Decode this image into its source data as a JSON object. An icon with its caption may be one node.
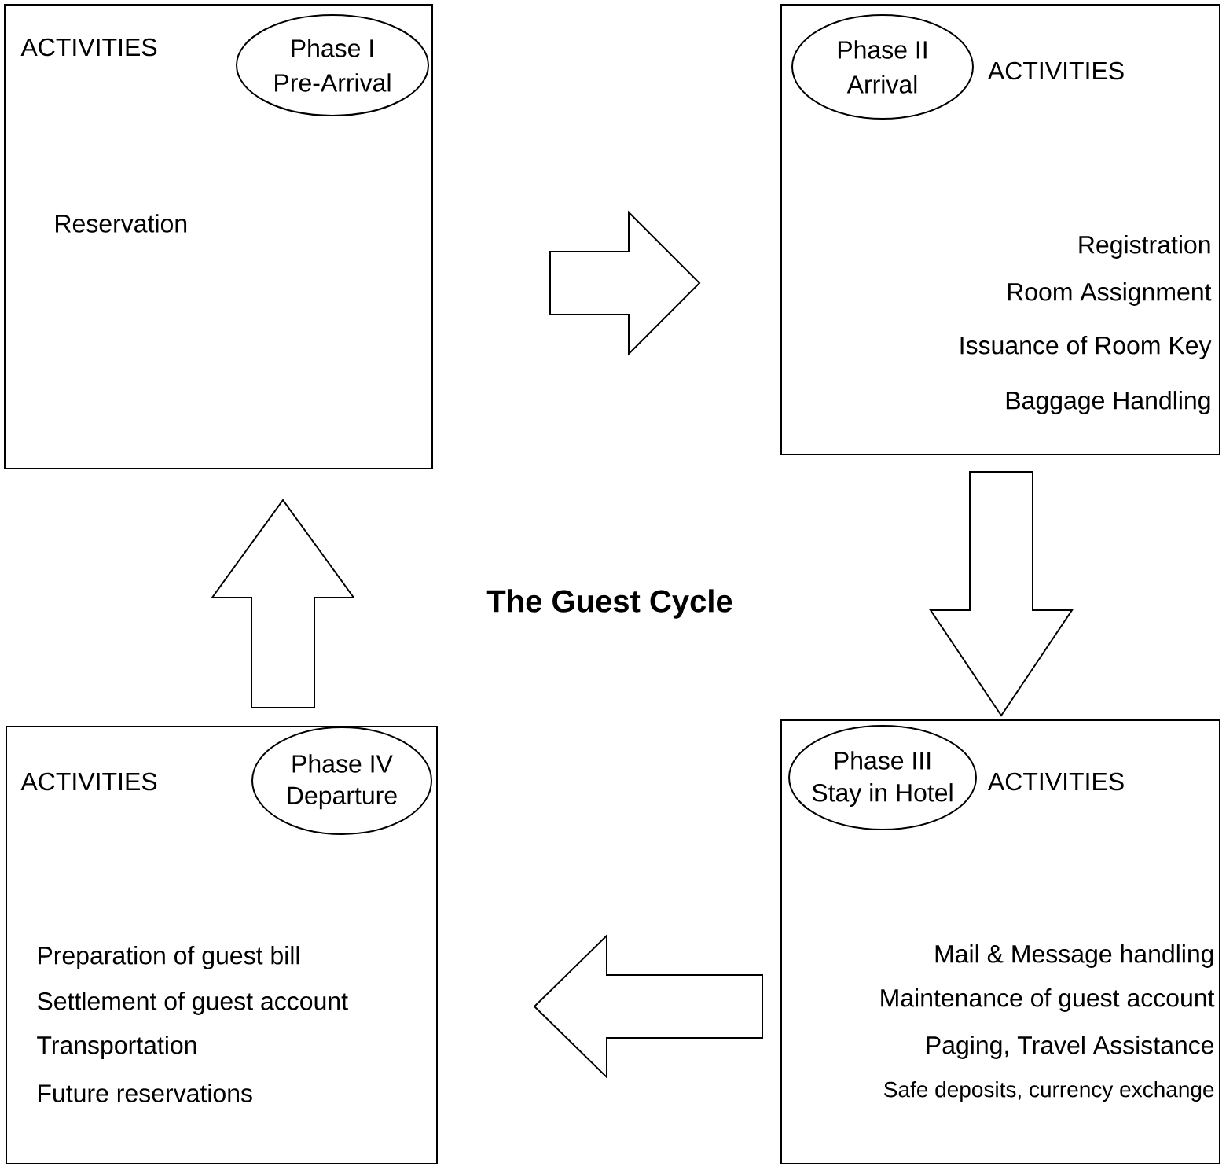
{
  "diagram": {
    "title": "The Guest Cycle",
    "nodes": [
      {
        "text": [
          "ACTIVITIES",
          "Reservation"
        ]
      },
      {
        "text": [
          "Phase I",
          "Pre-Arrival"
        ],
        "in": 0
      },
      {
        "text": [
          "ACTIVITIES",
          "Registration",
          "Room Assignment",
          "Issuance of Room Key",
          "Baggage Handling"
        ]
      },
      {
        "text": [
          "Phase II",
          "Arrival"
        ],
        "in": 2
      },
      {
        "text": [
          "ACTIVITIES",
          "Mail & Message handling",
          "Maintenance of guest account",
          "Paging, Travel Assistance",
          "Safe deposits, currency exchange"
        ]
      },
      {
        "text": [
          "Phase III",
          "Stay in Hotel"
        ],
        "in": 4
      },
      {
        "text": [
          "ACTIVITIES",
          "Preparation of guest bill",
          "Settlement of guest account",
          "Transportation",
          "Future reservations"
        ]
      },
      {
        "text": [
          "Phase IV",
          "Departure"
        ],
        "in": 6
      }
    ],
    "edges": [
      {
        "from": 0,
        "to": 2,
        "arrow": "to"
      },
      {
        "from": 2,
        "to": 4,
        "arrow": "to"
      },
      {
        "from": 4,
        "to": 6,
        "arrow": "to"
      },
      {
        "from": 6,
        "to": 0,
        "arrow": "to"
      }
    ]
  }
}
